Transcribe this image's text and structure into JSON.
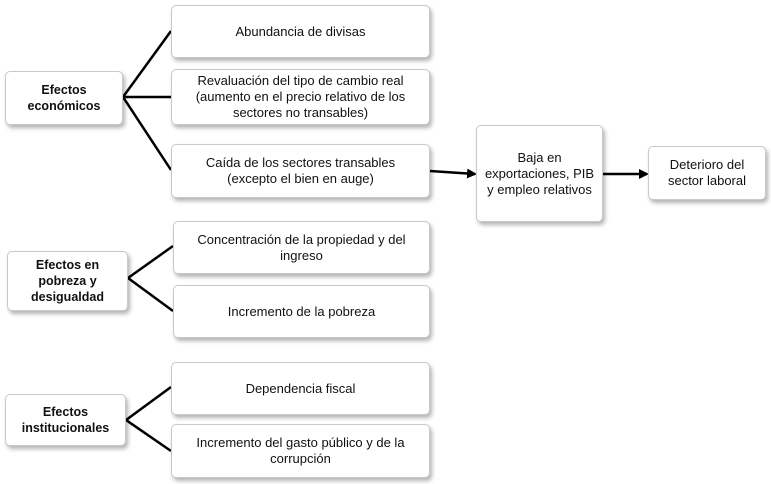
{
  "categories": {
    "economicos": "Efectos económicos",
    "pobreza": "Efectos en pobreza y desigualdad",
    "institucionales": "Efectos institucionales"
  },
  "economic_effects": {
    "divisas": "Abundancia de divisas",
    "revaluacion": "Revaluación del tipo de cambio real (aumento en el precio relativo de los sectores no transables)",
    "caida": "Caída de los sectores transables (excepto el bien en auge)"
  },
  "poverty_effects": {
    "concentracion": "Concentración de la propiedad y del ingreso",
    "incremento_pobreza": "Incremento de la pobreza"
  },
  "institutional_effects": {
    "dependencia": "Dependencia fiscal",
    "gasto": "Incremento del gasto público y de la corrupción"
  },
  "chain": {
    "baja": "Baja en exportaciones, PIB y empleo relativos",
    "deterioro": "Deterioro del sector laboral"
  }
}
